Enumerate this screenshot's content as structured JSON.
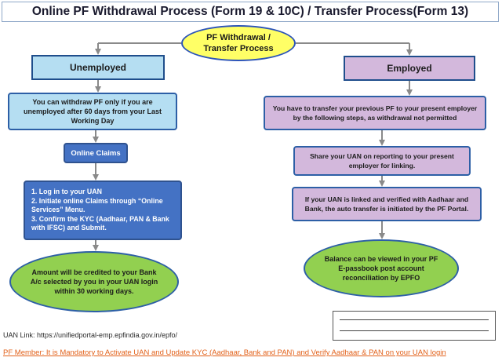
{
  "title": "Online PF Withdrawal Process (Form 19 & 10C) / Transfer Process(Form 13)",
  "start": {
    "line1": "PF Withdrawal /",
    "line2": "Transfer Process"
  },
  "unemployed": {
    "header": "Unemployed",
    "info": "You can withdraw  PF  only if you are unemployed after 60 days from your Last Working Day",
    "claims_label": "Online Claims",
    "steps": [
      "1. Log in to your UAN",
      "2. Initiate online Claims  through “Online Services” Menu.",
      "3. Confirm the KYC (Aadhaar, PAN & Bank with IFSC) and Submit."
    ],
    "result": "Amount will be credited to your Bank A/c  selected by you in your UAN login within 30 working days."
  },
  "employed": {
    "header": "Employed",
    "info": "You have to transfer  your  previous PF  to  your present employer by the following steps, as  withdrawal not permitted",
    "step1": "Share your UAN on  reporting to your  present employer for linking.",
    "step2": "If your  UAN is linked and verified with Aadhaar and Bank, the auto transfer is initiated by the PF Portal.",
    "result": "Balance can be viewed in your PF E-passbook post account reconciliation by EPFO"
  },
  "footer": {
    "uan_link": "UAN Link: https://unifiedportal-emp.epfindia.gov.in/epfo/",
    "pf_member": "PF Member: It is Mandatory to Activate UAN and Update KYC (Aadhaar, Bank and PAN) and Verify Aadhaar & PAN on your UAN login"
  }
}
